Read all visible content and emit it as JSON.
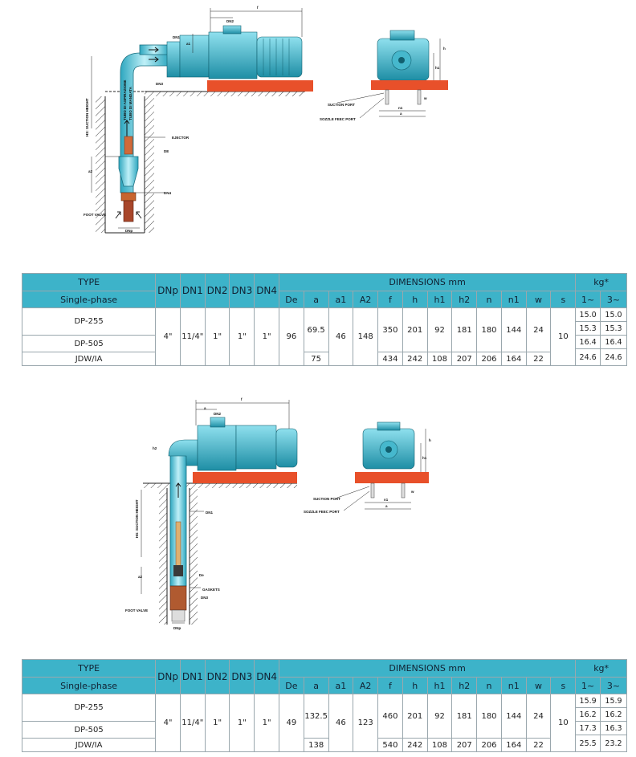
{
  "labels": {
    "delta_f": "f",
    "dn2": "DN2",
    "dn1": "DN1",
    "a1": "a1",
    "dn3": "DN3",
    "hs_suction": "HS: SUCTION HEIGHT",
    "tubo1": "TUBO DI ASPIRAZIONE",
    "tubo2": "TUBO DI MANDATA",
    "ejector": "EJECTOR",
    "de": "DE",
    "a2": "a2",
    "dn4": "DN4",
    "foot_valve": "FOOT VALVE",
    "dnp": "DNp",
    "h": "h",
    "h1": "h1",
    "suction_port": "SUCTION PORT",
    "nozzle_port": "SOZZLE FEEC PORT",
    "n1": "n1",
    "n": "n",
    "w": "w",
    "s": "s",
    "a_label": "a",
    "hs_suction2": "HS: SUCTION HEIGHT",
    "dn1b": "DN1",
    "de2": "De",
    "gaskets": "GASKETS",
    "dn3b": "DN3",
    "foot_valve2": "FOOT VALVE",
    "dnp2": "DNp",
    "h2": "h2"
  },
  "colors": {
    "accent": "#3db3c9",
    "base": "#e8502a",
    "pipe": "#5bc6dc",
    "pump": "#2a9fb5"
  },
  "tables": [
    {
      "header": {
        "type": "TYPE",
        "phase": "Single-phase",
        "dnp": "DNp",
        "dn1": "DN1",
        "dn2": "DN2",
        "dn3": "DN3",
        "dn4": "DN4",
        "dimensions": "DIMENSIONS mm",
        "kg": "kg*",
        "sub": [
          "De",
          "a",
          "a1",
          "A2",
          "f",
          "h",
          "h1",
          "h2",
          "n",
          "n1",
          "w",
          "s"
        ],
        "k1": "1~",
        "k3": "3~"
      },
      "types": [
        "DP-255",
        "DP-505",
        "JDW/IA"
      ],
      "dnp": "4\"",
      "dn1": "11/4\"",
      "dn2": "1\"",
      "dn3": "1\"",
      "dn4": "1\"",
      "de": "96",
      "a": "69.5",
      "a_alt": "75",
      "a1": "46",
      "A2": "148",
      "f": "350",
      "h": "201",
      "h1": "92",
      "h2": "181",
      "n": "180",
      "n1": "144",
      "w": "24",
      "f_alt": "434",
      "h_alt": "242",
      "h1_alt": "108",
      "h2_alt": "207",
      "n_alt": "206",
      "n1_alt": "164",
      "w_alt": "22",
      "s": "10",
      "kg": [
        [
          "15.0",
          "15.0"
        ],
        [
          "15.3",
          "15.3"
        ],
        [
          "16.4",
          "16.4"
        ],
        [
          "24.6",
          "24.6"
        ]
      ]
    },
    {
      "header": {
        "type": "TYPE",
        "phase": "Single-phase",
        "dnp": "DNp",
        "dn1": "DN1",
        "dn2": "DN2",
        "dn3": "DN3",
        "dn4": "DN4",
        "dimensions": "DIMENSIONS mm",
        "kg": "kg*",
        "sub": [
          "De",
          "a",
          "a1",
          "A2",
          "f",
          "h",
          "h1",
          "h2",
          "n",
          "n1",
          "w",
          "s"
        ],
        "k1": "1~",
        "k3": "3~"
      },
      "types": [
        "DP-255",
        "DP-505",
        "JDW/IA"
      ],
      "dnp": "4\"",
      "dn1": "11/4\"",
      "dn2": "1\"",
      "dn3": "1\"",
      "dn4": "1\"",
      "de": "49",
      "a": "132.5",
      "a_alt": "138",
      "a1": "46",
      "A2": "123",
      "f": "460",
      "h": "201",
      "h1": "92",
      "h2": "181",
      "n": "180",
      "n1": "144",
      "w": "24",
      "f_alt": "540",
      "h_alt": "242",
      "h1_alt": "108",
      "h2_alt": "207",
      "n_alt": "206",
      "n1_alt": "164",
      "w_alt": "22",
      "s": "10",
      "kg": [
        [
          "15.9",
          "15.9"
        ],
        [
          "16.2",
          "16.2"
        ],
        [
          "17.3",
          "16.3"
        ],
        [
          "25.5",
          "23.2"
        ]
      ]
    }
  ]
}
